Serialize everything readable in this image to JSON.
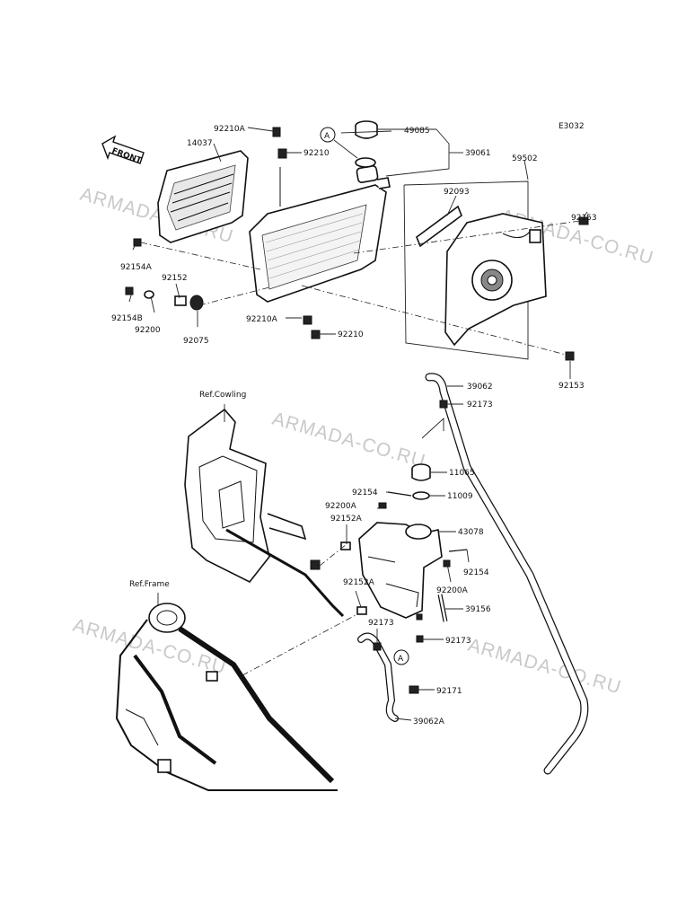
{
  "diagram_code": "E3032",
  "front_label": "FRONT",
  "watermark": "ARMADA-CO.RU",
  "ref_labels": {
    "cowling": "Ref.Cowling",
    "frame": "Ref.Frame"
  },
  "callout_letter": "A",
  "parts": {
    "p14037": "14037",
    "p92210A_top": "92210A",
    "p92210_top": "92210",
    "p49085": "49085",
    "p39061": "39061",
    "p59502": "59502",
    "p92093": "92093",
    "p92153_top": "92153",
    "p92154A": "92154A",
    "p92152": "92152",
    "p92154B": "92154B",
    "p92200": "92200",
    "p92075": "92075",
    "p92210A_bottom": "92210A",
    "p92210_bottom": "92210",
    "p92153_bottom": "92153",
    "p39062": "39062",
    "p92173_top": "92173",
    "p11065": "11065",
    "p92154": "92154",
    "p11009": "11009",
    "p92200A_left": "92200A",
    "p92152A_top": "92152A",
    "p43078": "43078",
    "p92154_right": "92154",
    "p92200A_right": "92200A",
    "p92152A_bottom": "92152A",
    "p39156": "39156",
    "p92173_mid": "92173",
    "p92173_right": "92173",
    "p92171": "92171",
    "p39062A": "39062A"
  }
}
